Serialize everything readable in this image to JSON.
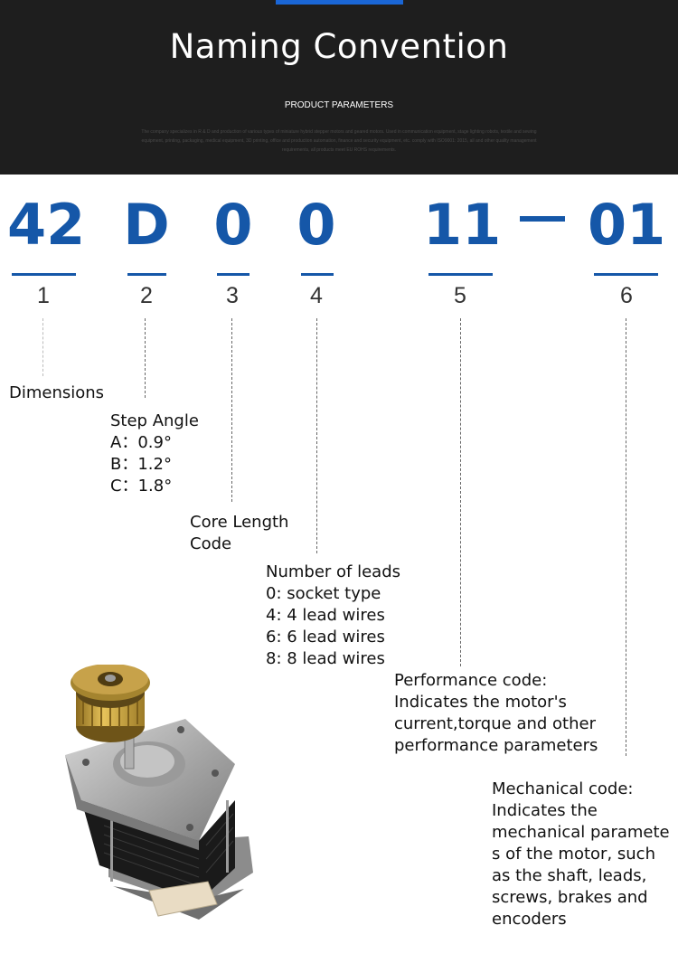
{
  "header": {
    "title": "Naming Convention",
    "subtitle": "PRODUCT PARAMETERS",
    "blurb": "The company specializes in R & D and production of various types of miniature hybrid stepper motors and geared motors. Used in communication equipment, stage lighting robots, textile and sewing equipment, printing, packaging, medical equipment, 3D printing, office and production automation, finance and security equipment, etc. comply with ISO9001: 2015, all and other quality management requirements, all products meet EU ROHS requirements.",
    "accent_color": "#1a66d6",
    "background_color": "#1e1e1e"
  },
  "code": {
    "color": "#1557a8",
    "segments": [
      "42",
      "D",
      "0",
      "0",
      "11",
      "01"
    ],
    "separator": "—",
    "positions": [
      "1",
      "2",
      "3",
      "4",
      "5",
      "6"
    ]
  },
  "descriptions": {
    "dimensions": {
      "title": "Dimensions"
    },
    "step_angle": {
      "title": "Step Angle",
      "lines": [
        "A：0.9°",
        "B：1.2°",
        "C：1.8°"
      ]
    },
    "core_length": {
      "lines": [
        "Core Length",
        "Code"
      ]
    },
    "leads": {
      "title": "Number of leads",
      "lines": [
        "0: socket type",
        "4: 4 lead wires",
        "6: 6 lead wires",
        "8: 8 lead wires"
      ]
    },
    "performance": {
      "lines": [
        "Performance code:",
        "Indicates the motor's",
        "current,torque and other",
        "performance parameters"
      ]
    },
    "mechanical": {
      "lines": [
        "Mechanical code:",
        "Indicates the",
        "mechanical paramete",
        "s of the motor, such",
        "as the shaft, leads,",
        "screws, brakes and",
        "encoders"
      ]
    }
  },
  "image": {
    "icon": "stepper-motor-with-pulley"
  }
}
